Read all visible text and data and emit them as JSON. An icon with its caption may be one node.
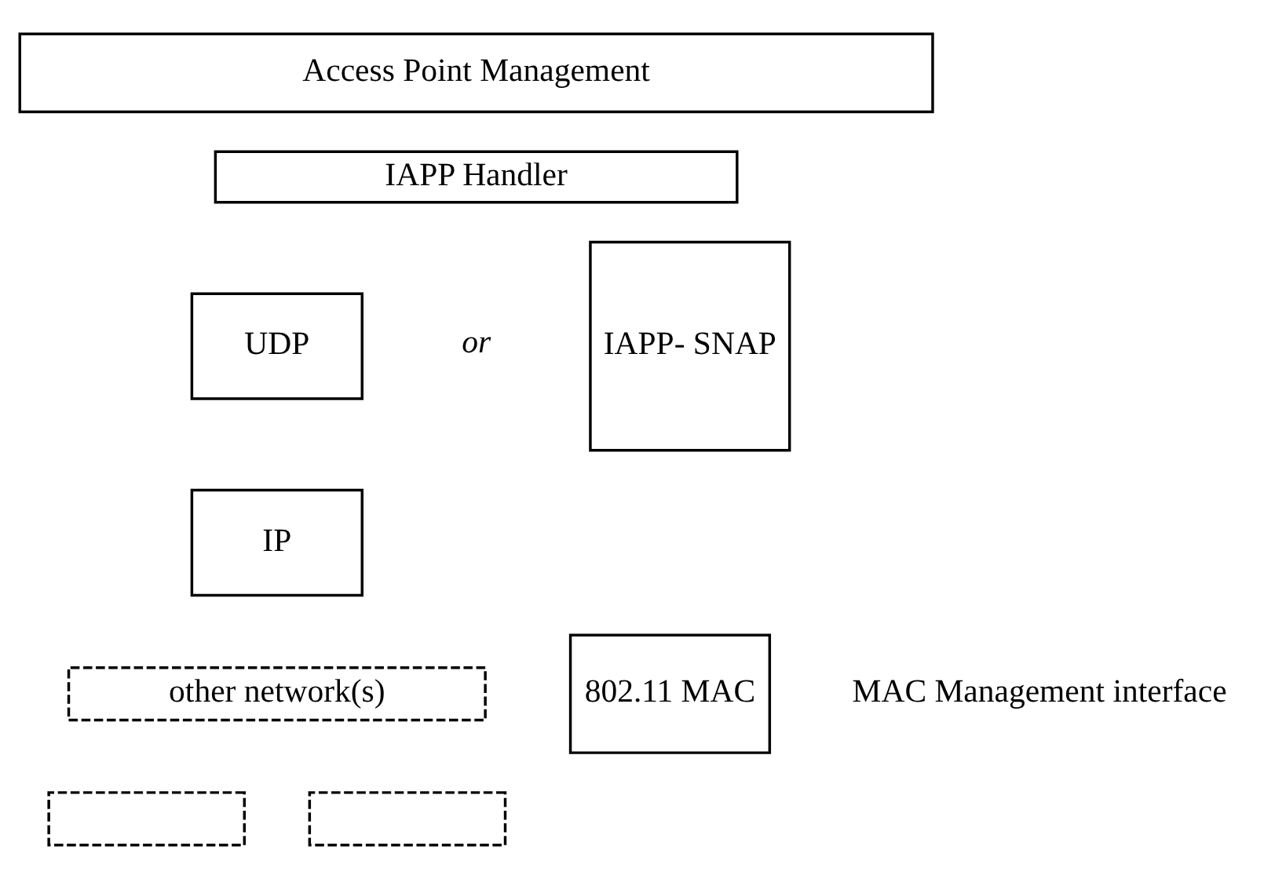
{
  "diagram": {
    "nodes": [
      {
        "text": [
          "Access Point Management"
        ]
      },
      {
        "text": [
          "IAPP Handler"
        ]
      },
      {
        "text": [
          "UDP"
        ]
      },
      {
        "text": [
          "IP"
        ]
      },
      {
        "text": [
          "IAPP- SNAP"
        ]
      },
      {
        "text": [
          "other network(s)"
        ]
      },
      {
        "text": [],
        "shape": "box"
      },
      {
        "text": [],
        "shape": "box"
      },
      {
        "text": [
          "802.11 MAC"
        ]
      }
    ],
    "edges": [],
    "labels": [
      "or",
      "MAC Management interface"
    ]
  }
}
